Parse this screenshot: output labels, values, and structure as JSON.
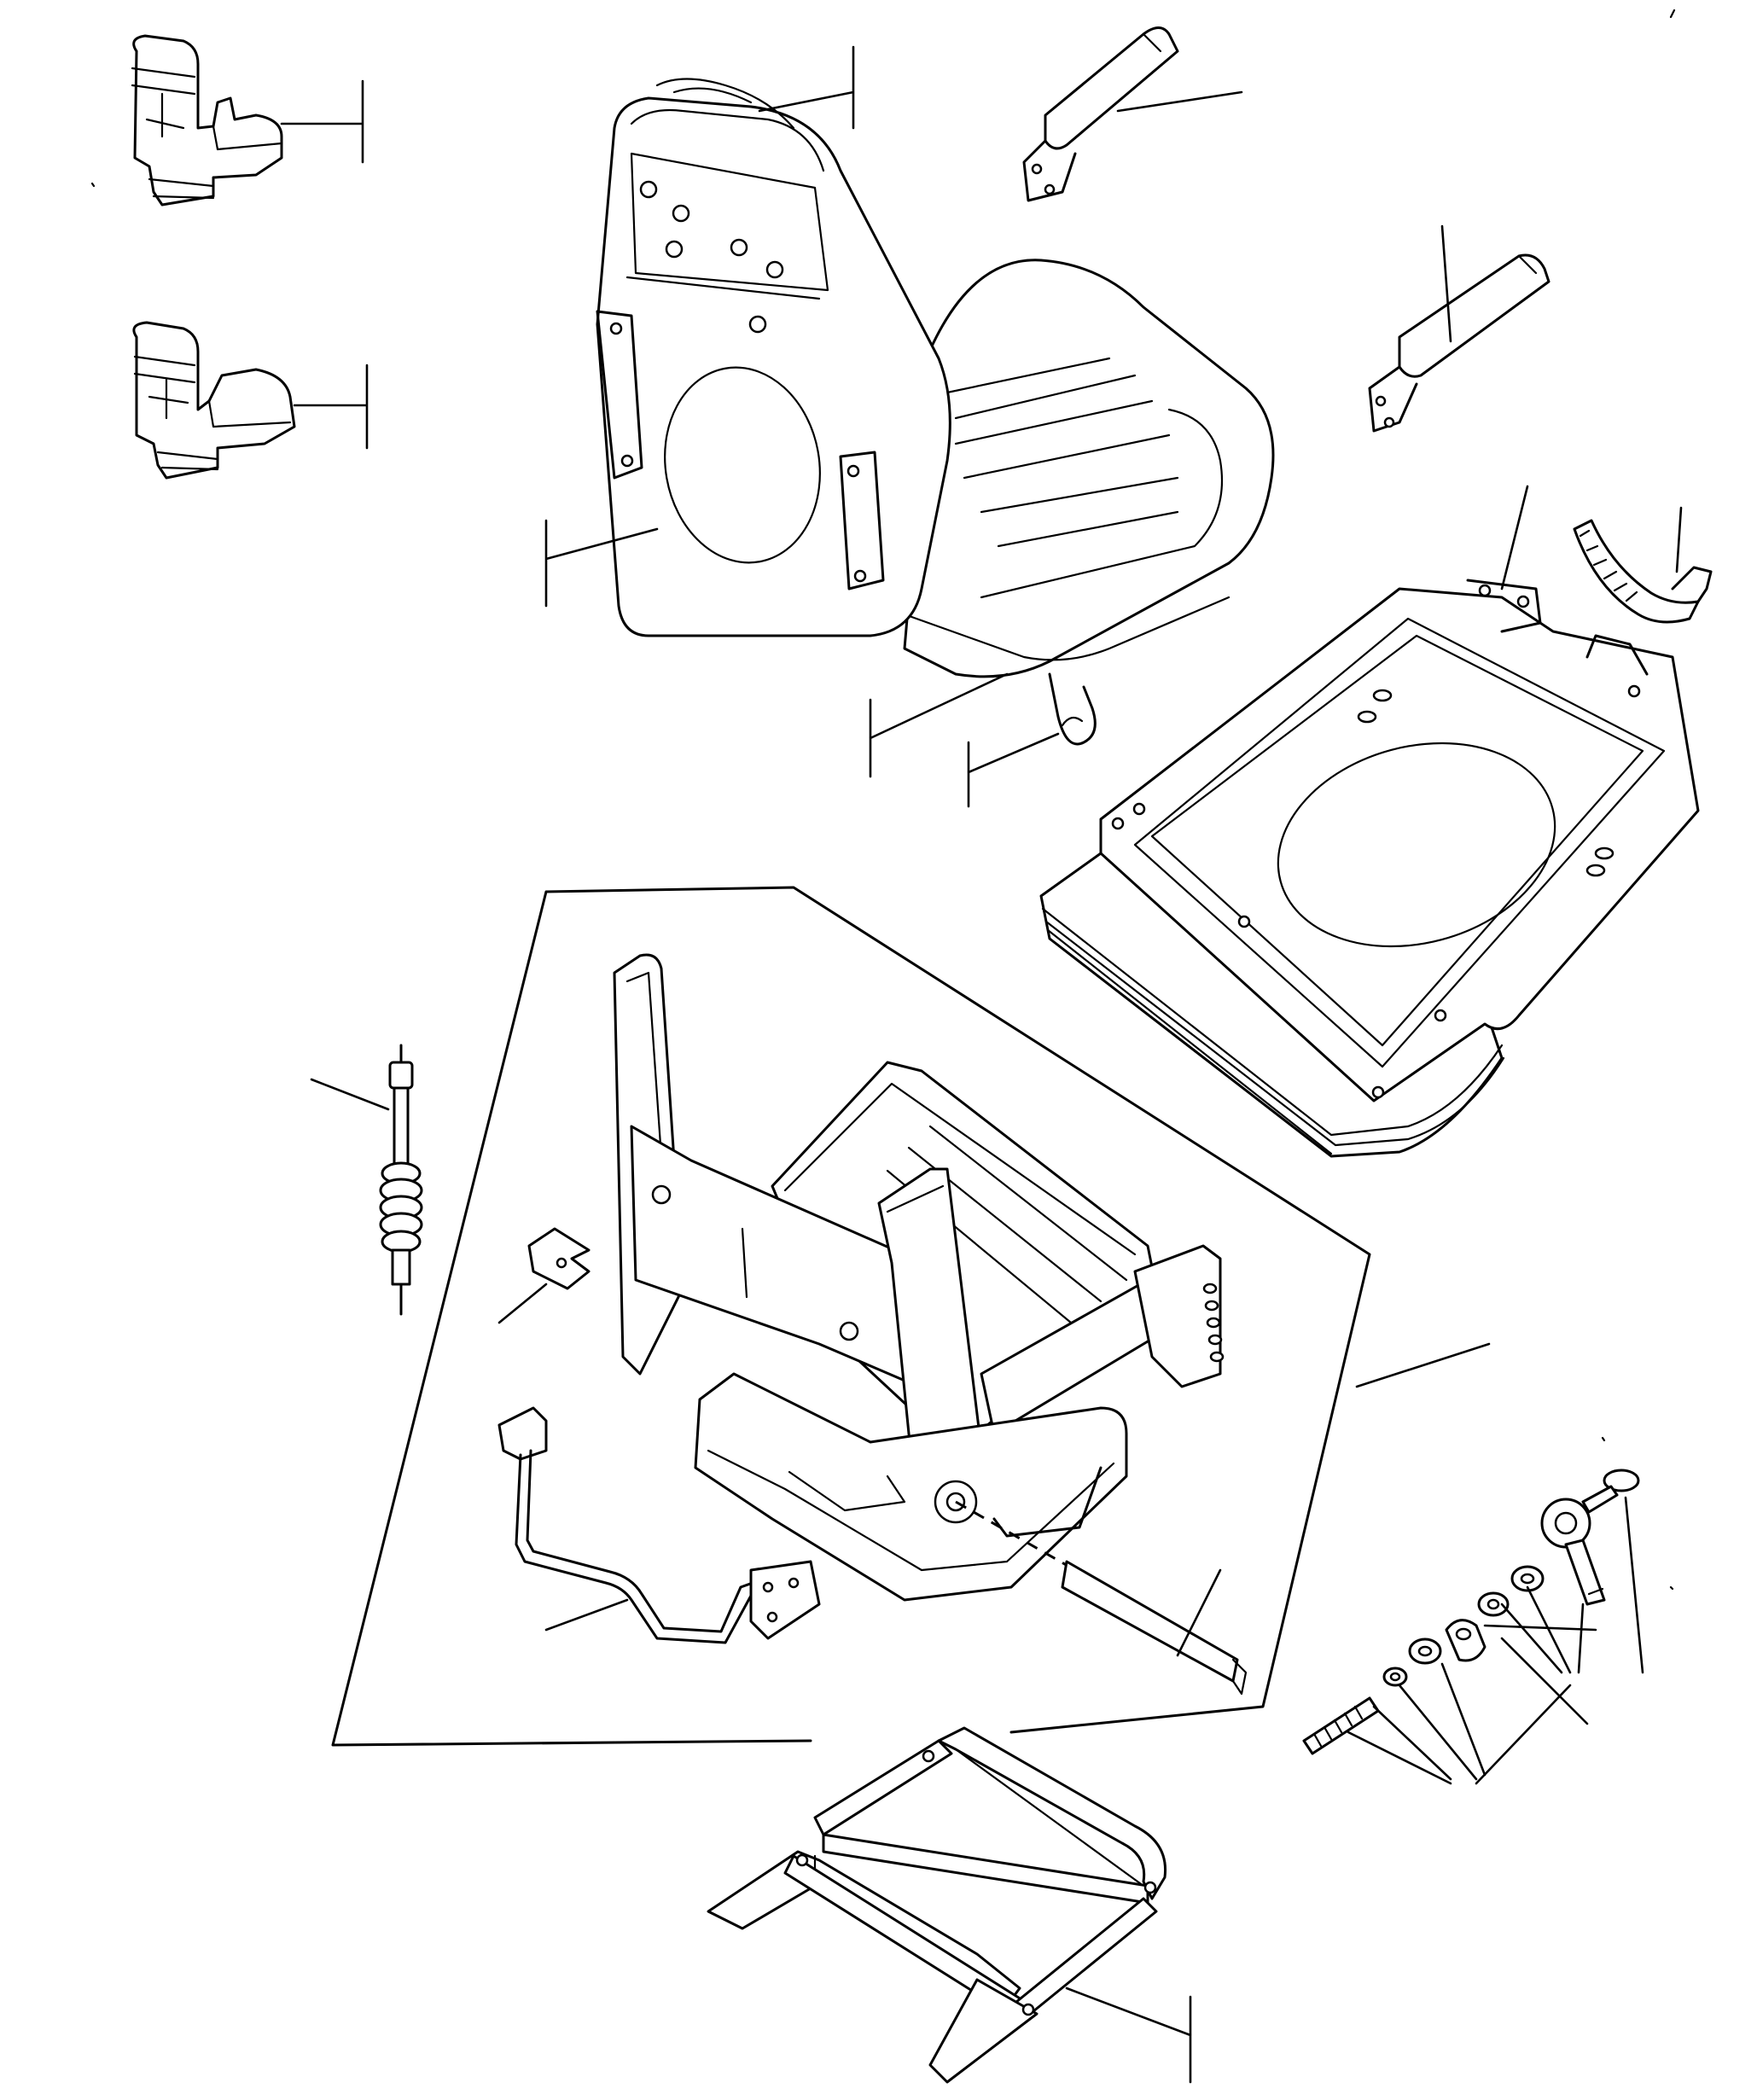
{
  "diagram": {
    "stroke_color": "#000000",
    "background_color": "#ffffff",
    "parts": [
      "seat-variant-a",
      "seat-variant-b",
      "seat-assembly",
      "armrest-right",
      "armrest-left",
      "base-frame",
      "adjuster-lever",
      "suspension-assembly",
      "shock-absorber",
      "clip",
      "height-lever",
      "bolt-and-washer-set",
      "slide-rail"
    ]
  }
}
